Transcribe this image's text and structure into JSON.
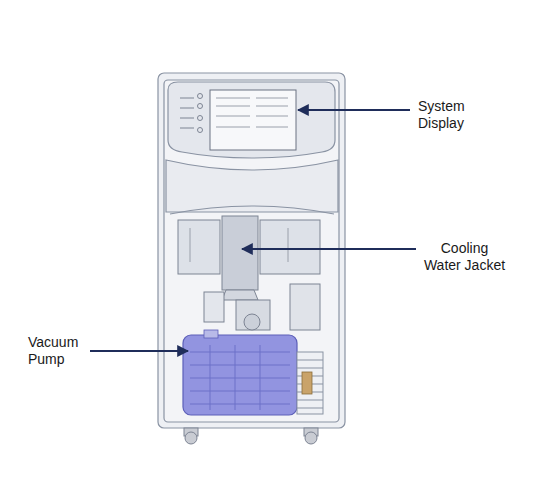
{
  "diagram": {
    "labels": [
      "System Display",
      "Cooling Water Jacket",
      "Vacuum Pump"
    ]
  }
}
